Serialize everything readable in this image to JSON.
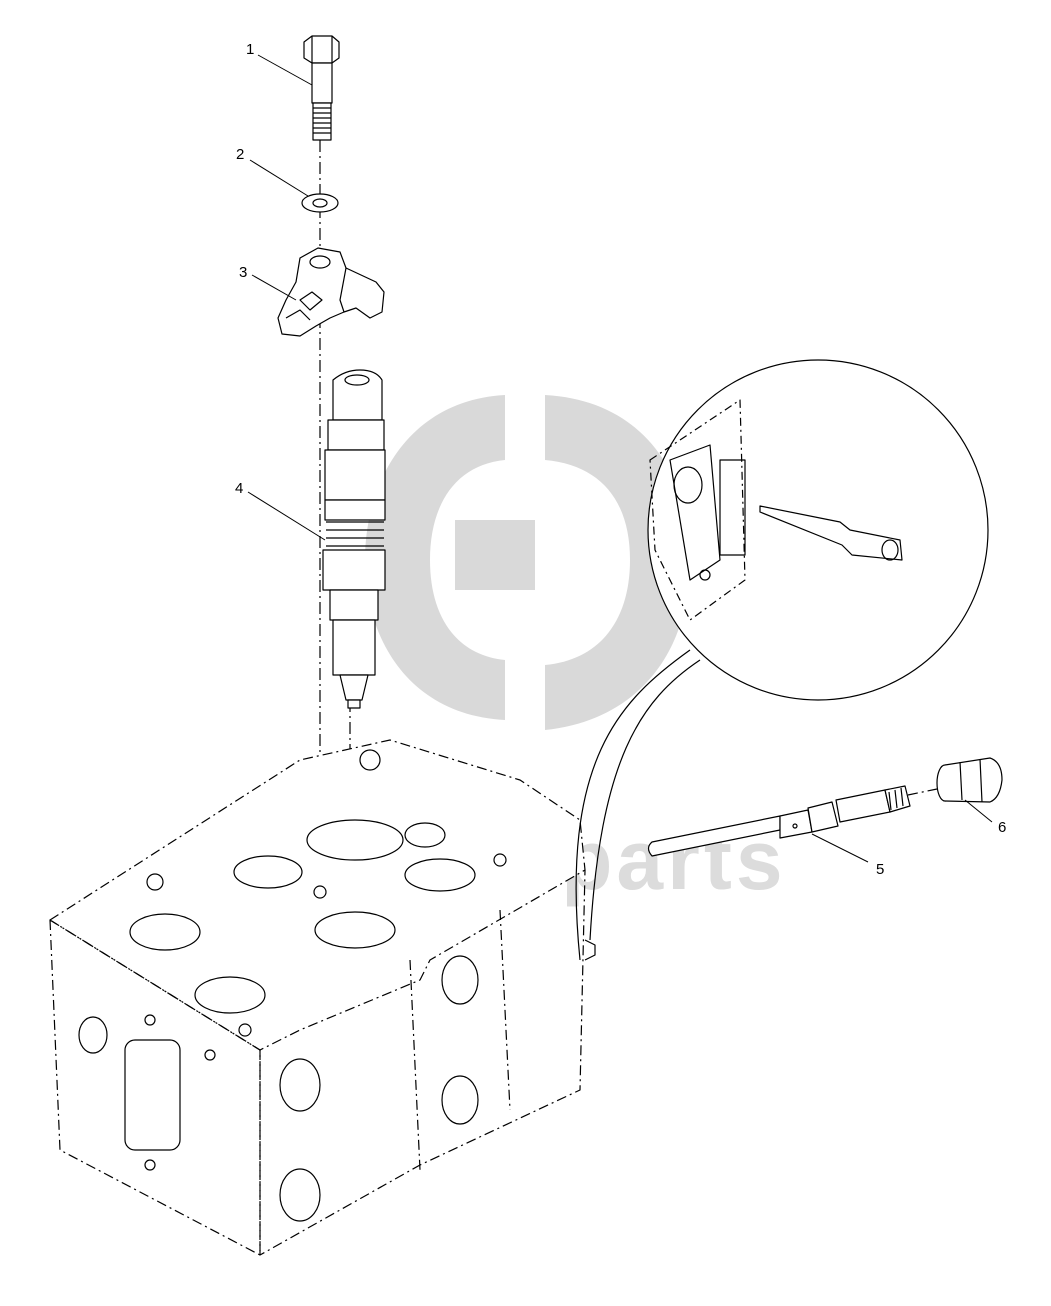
{
  "callouts": {
    "c1": "1",
    "c2": "2",
    "c3": "3",
    "c4": "4",
    "c5": "5",
    "c6": "6"
  },
  "watermark": {
    "text": "spare-parts",
    "color": "#dcdcdc"
  },
  "colors": {
    "line": "#000000",
    "watermark": "#d9d9d9",
    "background": "#ffffff"
  }
}
